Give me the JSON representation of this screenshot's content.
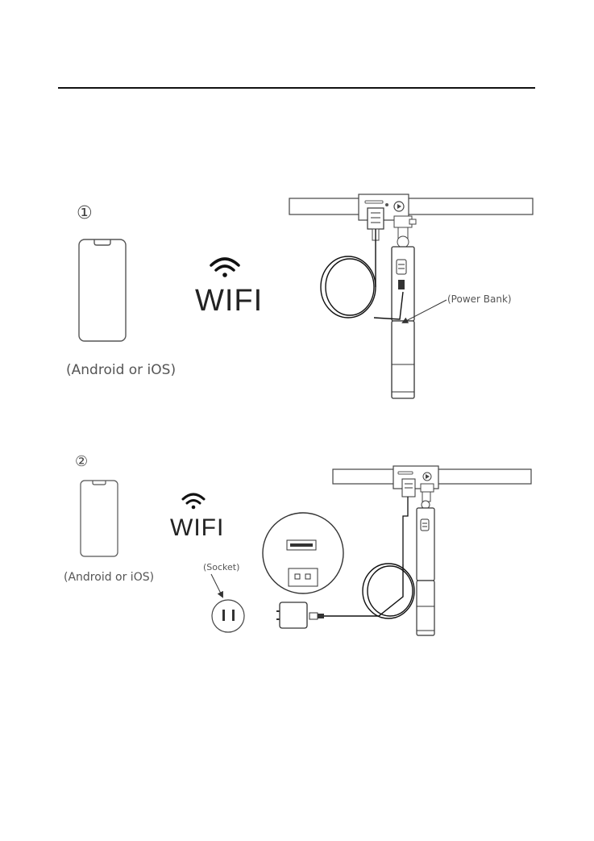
{
  "step1": {
    "number": "①",
    "phone_caption": "(Android or iOS)",
    "wifi_label": "WIFI",
    "power_bank_label": "(Power Bank)"
  },
  "step2": {
    "number": "②",
    "phone_caption": "(Android or iOS)",
    "wifi_label": "WIFI",
    "socket_label": "(Socket)"
  }
}
